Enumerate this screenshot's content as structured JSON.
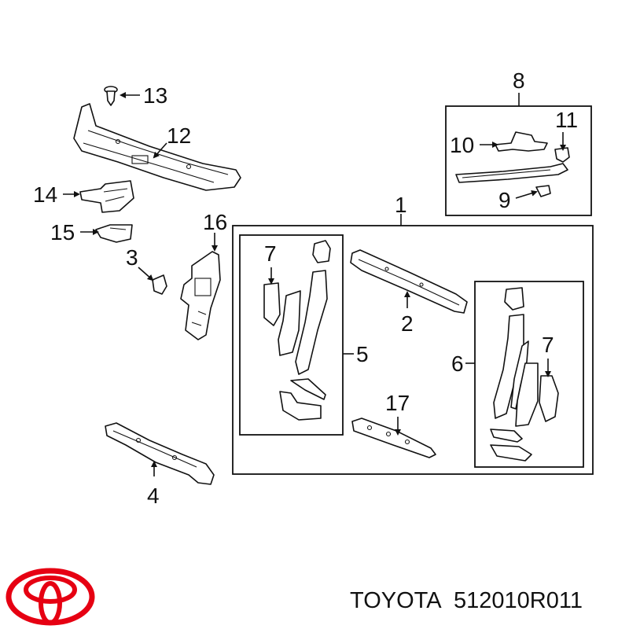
{
  "callouts": {
    "c1": "1",
    "c2": "2",
    "c3": "3",
    "c4": "4",
    "c5": "5",
    "c6": "6",
    "c7a": "7",
    "c7b": "7",
    "c8": "8",
    "c9": "9",
    "c10": "10",
    "c11": "11",
    "c12": "12",
    "c13": "13",
    "c14": "14",
    "c15": "15",
    "c16": "16",
    "c17": "17"
  },
  "footer": {
    "brand_name": "TOYOTA",
    "part_number": "512010R011"
  },
  "colors": {
    "logo_red": "#e60012",
    "line": "#111111"
  },
  "icons": [
    "toyota-logo-icon",
    "arrow-icon"
  ]
}
